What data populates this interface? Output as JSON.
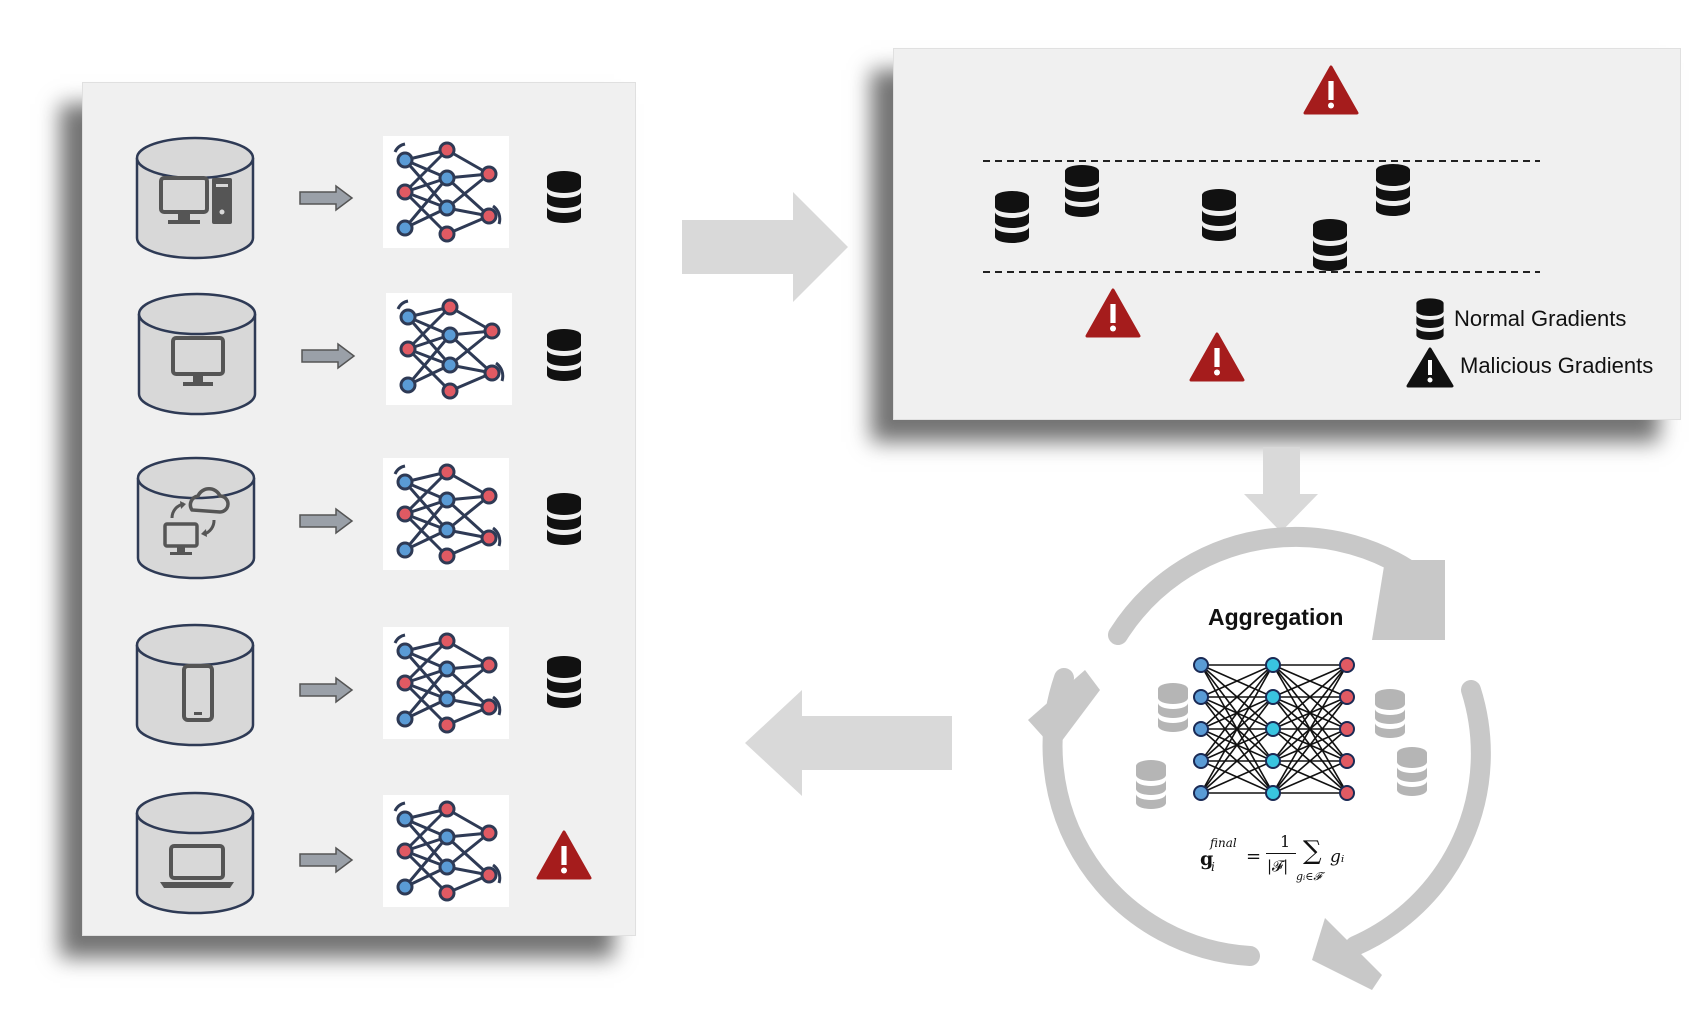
{
  "clients": [
    {
      "device": "desktop-computer",
      "status": "normal"
    },
    {
      "device": "monitor",
      "status": "normal"
    },
    {
      "device": "cloud-sync-computer",
      "status": "normal"
    },
    {
      "device": "smartphone",
      "status": "normal"
    },
    {
      "device": "laptop",
      "status": "malicious"
    }
  ],
  "legend": {
    "normal_label": "Normal Gradients",
    "malicious_label": "Malicious Gradients"
  },
  "aggregation": {
    "title": "Aggregation",
    "formula": {
      "lhs_base": "g",
      "lhs_sub": "i",
      "lhs_sup": "final",
      "numerator": "1",
      "denominator": "|𝓕|",
      "sum_symbol": "∑",
      "sum_sub": "gᵢ∈𝓕",
      "term": "gᵢ"
    }
  },
  "colors": {
    "warning_red": "#a51c1c",
    "node_blue": "#5a9bd5",
    "node_red": "#e05a63",
    "node_cyan": "#39c4e0",
    "arrow_gray": "#d9d9d9",
    "cycle_gray": "#c8c8c8"
  }
}
